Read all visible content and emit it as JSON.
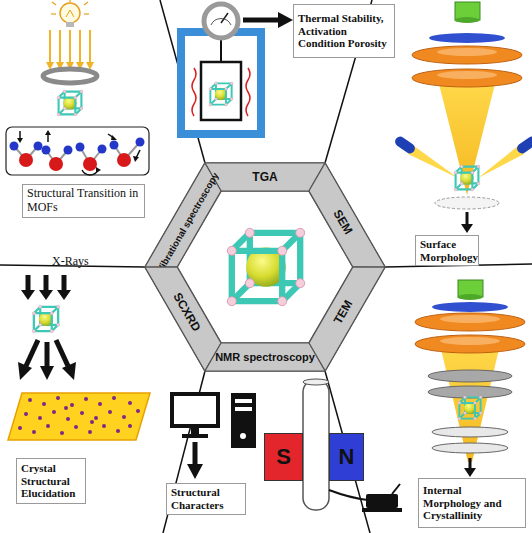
{
  "diagram": {
    "nodes": [
      {
        "text": [
          "Thermal Stability, Activation Condition Porosity"
        ]
      },
      {
        "text": [
          "TGA"
        ]
      },
      {
        "text": [
          "Structural Transition in MOFs"
        ]
      },
      {
        "text": [
          "Vibrational spectroscopy"
        ]
      },
      {
        "text": [
          "SEM"
        ]
      },
      {
        "text": [
          "Surface Morphology"
        ]
      },
      {
        "text": [
          "SCXRD"
        ]
      },
      {
        "text": [
          "TEM"
        ]
      },
      {
        "text": [
          "NMR spectroscopy"
        ]
      },
      {
        "text": [
          "S"
        ]
      },
      {
        "text": [
          "N"
        ]
      },
      {
        "text": [
          "Crystal Structural Elucidation"
        ]
      },
      {
        "text": [
          "Structural Characters"
        ]
      },
      {
        "text": [
          "Internal Morphology and Crystallinity"
        ]
      }
    ],
    "labels": [
      "X-Rays"
    ]
  }
}
